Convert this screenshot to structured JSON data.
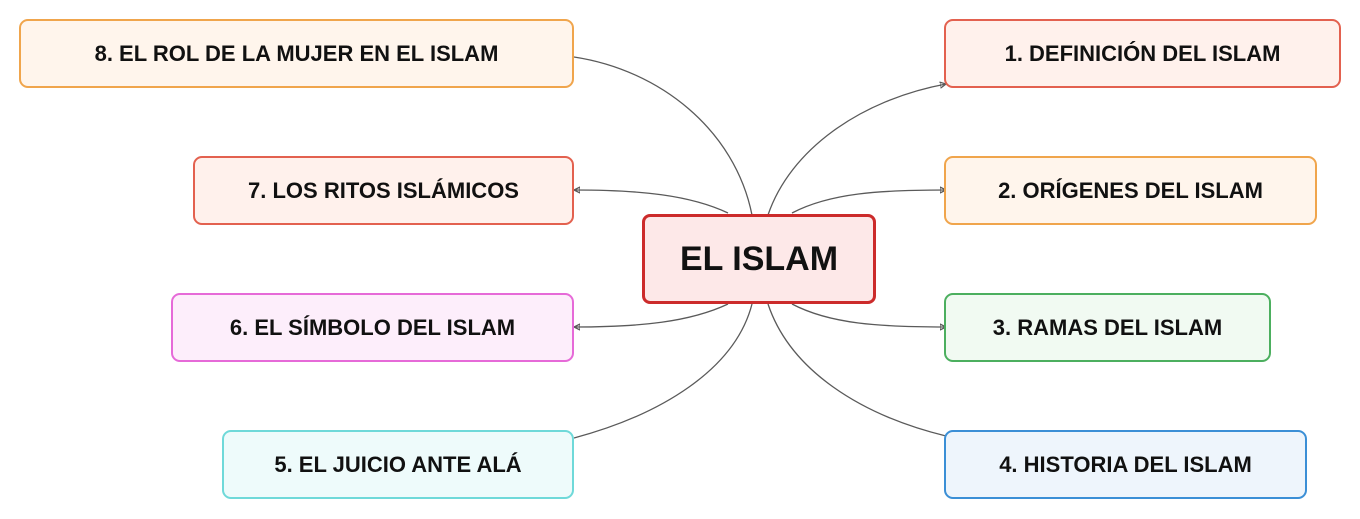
{
  "center": {
    "label": "EL ISLAM",
    "border": "#cc2b2b",
    "fill": "#fde8e8"
  },
  "nodes": [
    {
      "id": "n8",
      "label": "8. EL ROL DE LA MUJER EN EL ISLAM",
      "border": "#f0a54c",
      "fill": "#fff5ec"
    },
    {
      "id": "n7",
      "label": "7. LOS RITOS ISLÁMICOS",
      "border": "#e3614f",
      "fill": "#fff1ec"
    },
    {
      "id": "n6",
      "label": "6. EL SÍMBOLO DEL ISLAM",
      "border": "#e66ad8",
      "fill": "#fdeefb"
    },
    {
      "id": "n5",
      "label": "5. EL JUICIO ANTE ALÁ",
      "border": "#6fd9d9",
      "fill": "#eefbfb"
    },
    {
      "id": "n1",
      "label": "1. DEFINICIÓN DEL ISLAM",
      "border": "#e3614f",
      "fill": "#fff1ec"
    },
    {
      "id": "n2",
      "label": "2. ORÍGENES DEL ISLAM",
      "border": "#f0a54c",
      "fill": "#fff5ec"
    },
    {
      "id": "n3",
      "label": "3. RAMAS DEL ISLAM",
      "border": "#4caf5f",
      "fill": "#f1faf2"
    },
    {
      "id": "n4",
      "label": "4. HISTORIA DEL ISLAM",
      "border": "#3b8fd6",
      "fill": "#eef5fc"
    }
  ]
}
